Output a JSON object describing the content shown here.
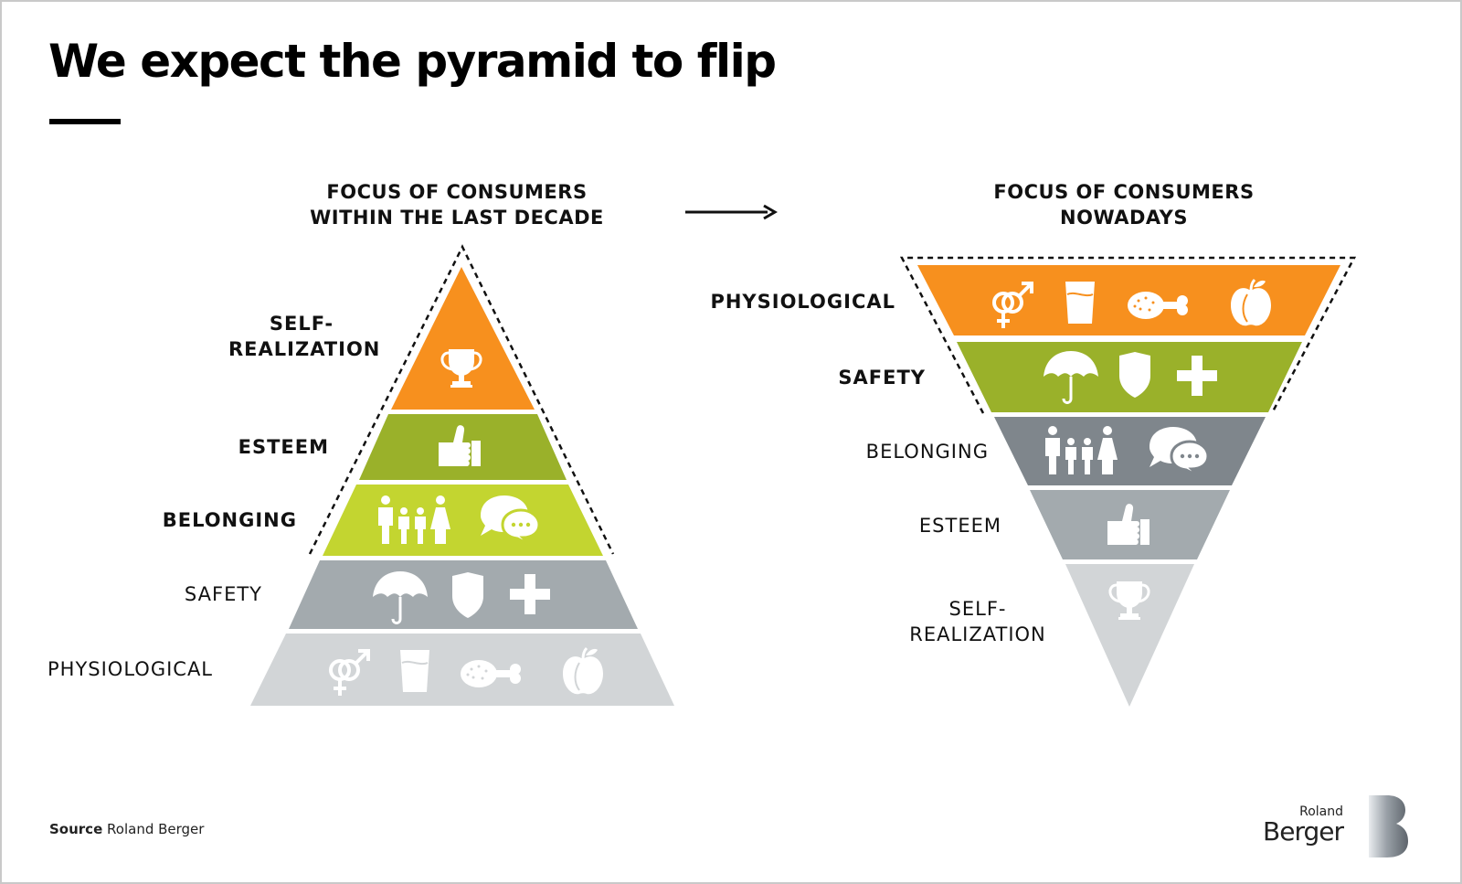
{
  "title": "We expect the pyramid to flip",
  "left_heading": "FOCUS OF CONSUMERS\nWITHIN THE LAST DECADE",
  "right_heading": "FOCUS OF CONSUMERS\nNOWADAYS",
  "left_pyramid": {
    "levels": [
      {
        "label": "SELF-\nREALIZATION",
        "emphasis": true,
        "color": "#f7901e",
        "icons": [
          "trophy-icon"
        ]
      },
      {
        "label": "ESTEEM",
        "emphasis": true,
        "color": "#9ab12a",
        "icons": [
          "thumbs-up-icon"
        ]
      },
      {
        "label": "BELONGING",
        "emphasis": true,
        "color": "#c3d530",
        "icons": [
          "family-icon",
          "chat-bubbles-icon"
        ]
      },
      {
        "label": "SAFETY",
        "emphasis": false,
        "color": "#a3aaae",
        "icons": [
          "umbrella-icon",
          "shield-icon",
          "cross-icon"
        ]
      },
      {
        "label": "PHYSIOLOGICAL",
        "emphasis": false,
        "color": "#d2d5d7",
        "icons": [
          "gender-symbols-icon",
          "glass-icon",
          "chicken-leg-icon",
          "apple-icon"
        ]
      }
    ]
  },
  "right_pyramid": {
    "levels": [
      {
        "label": "PHYSIOLOGICAL",
        "emphasis": true,
        "color": "#f7901e",
        "icons": [
          "gender-symbols-icon",
          "glass-icon",
          "chicken-leg-icon",
          "apple-icon"
        ]
      },
      {
        "label": "SAFETY",
        "emphasis": true,
        "color": "#9ab12a",
        "icons": [
          "umbrella-icon",
          "shield-icon",
          "cross-icon"
        ]
      },
      {
        "label": "BELONGING",
        "emphasis": false,
        "color": "#7f868c",
        "icons": [
          "family-icon",
          "chat-bubbles-icon"
        ]
      },
      {
        "label": "ESTEEM",
        "emphasis": false,
        "color": "#a3aaae",
        "icons": [
          "thumbs-up-icon"
        ]
      },
      {
        "label": "SELF-\nREALIZATION",
        "emphasis": false,
        "color": "#d2d5d7",
        "icons": [
          "trophy-icon"
        ]
      }
    ]
  },
  "source_label": "Source",
  "source_value": "Roland Berger",
  "logo": {
    "line1": "Roland",
    "line2": "Berger"
  }
}
